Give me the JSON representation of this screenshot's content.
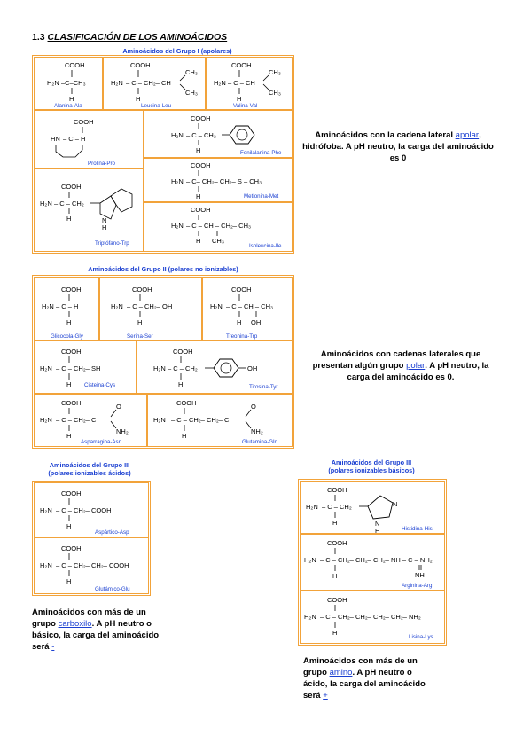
{
  "section": {
    "number": "1.3",
    "title": "CLASIFICACIÓN DE LOS AMINOÁCIDOS"
  },
  "group1": {
    "header": "Aminoácidos del Grupo I (apolares)",
    "amino_acids": [
      {
        "name": "Alanina-Ala"
      },
      {
        "name": "Leucina-Leu"
      },
      {
        "name": "Valina-Val"
      },
      {
        "name": "Prolina-Pro"
      },
      {
        "name": "Fenilalanina-Phe"
      },
      {
        "name": "Metionina-Met"
      },
      {
        "name": "Triptófano-Trp"
      },
      {
        "name": "Isoleucina-Ile"
      }
    ],
    "desc_pre": "Aminoácidos con la cadena lateral",
    "desc_blank": "apolar",
    "desc_post": "hidrófoba. A pH neutro, la carga del aminoácido es 0"
  },
  "group2": {
    "header": "Aminoácidos del Grupo II (polares no ionizables)",
    "amino_acids": [
      {
        "name": "Glicocola-Gly"
      },
      {
        "name": "Serina-Ser"
      },
      {
        "name": "Treonina-Trp"
      },
      {
        "name": "Cisteina-Cys"
      },
      {
        "name": "Tirosina-Tyr"
      },
      {
        "name": "Asparragina-Asn"
      },
      {
        "name": "Glutamina-Gln"
      }
    ],
    "desc_pre": "Aminoácidos con cadenas laterales que presentan algún grupo",
    "desc_blank": "polar",
    "desc_post": "A pH neutro, la carga del aminoácido es 0."
  },
  "group3a": {
    "header_line1": "Aminoácidos del Grupo III",
    "header_line2": "(polares ionizables ácidos)",
    "amino_acids": [
      {
        "name": "Aspártico-Asp"
      },
      {
        "name": "Glutámico-Glu"
      }
    ],
    "desc_pre": "Aminoácidos con más de un grupo",
    "desc_blank": "carboxilo",
    "desc_mid": "A pH neutro o básico, la carga del aminoácido será",
    "desc_blank2": "-"
  },
  "group3b": {
    "header_line1": "Aminoácidos del Grupo III",
    "header_line2": "(polares ionizables básicos)",
    "amino_acids": [
      {
        "name": "Histidina-His"
      },
      {
        "name": "Arginina-Arg"
      },
      {
        "name": "Lisina-Lys"
      }
    ],
    "desc_pre": "Aminoácidos con más de un grupo",
    "desc_blank": "amino",
    "desc_mid": "A pH neutro o ácido, la carga del aminoácido será",
    "desc_blank2": "+"
  },
  "chem": {
    "cooh": "COOH",
    "h2n": "H₂N",
    "h": "H",
    "hn": "HN",
    "ala_r": "–C–CH₃",
    "leu_r": "– C – CH₂– CH",
    "ch3": "CH₃",
    "val_r": "– C – CH",
    "pro_r": "– C – H",
    "phe_r": "– C – CH₂",
    "met_r": "– C– CH₂– CH₂– S – CH₃",
    "trp_r": "– C – CH₂",
    "nh": "N",
    "ile_r": "– C – CH – CH₂– CH₃",
    "gly_r": "– C – H",
    "ser_r": "– C – CH₂– OH",
    "thr_r": "– C – CH – CH₃",
    "oh": "OH",
    "cys_r": "– C – CH₂– SH",
    "tyr_r": "– C – CH₂",
    "asn_r": "– C – CH₂– C",
    "gln_r": "– C – CH₂– CH₂– C",
    "o": "O",
    "nh2": "NH₂",
    "asp_r": "– C – CH₂– COOH",
    "glu_r": "– C – CH₂– CH₂– COOH",
    "his_r": "– C – CH₂",
    "arg_r": "– C – CH₂– CH₂– CH₂– NH – C – NH₂",
    "arg_nh": "NH",
    "lys_r": "– C – CH₂– CH₂– CH₂– CH₂– NH₂"
  }
}
